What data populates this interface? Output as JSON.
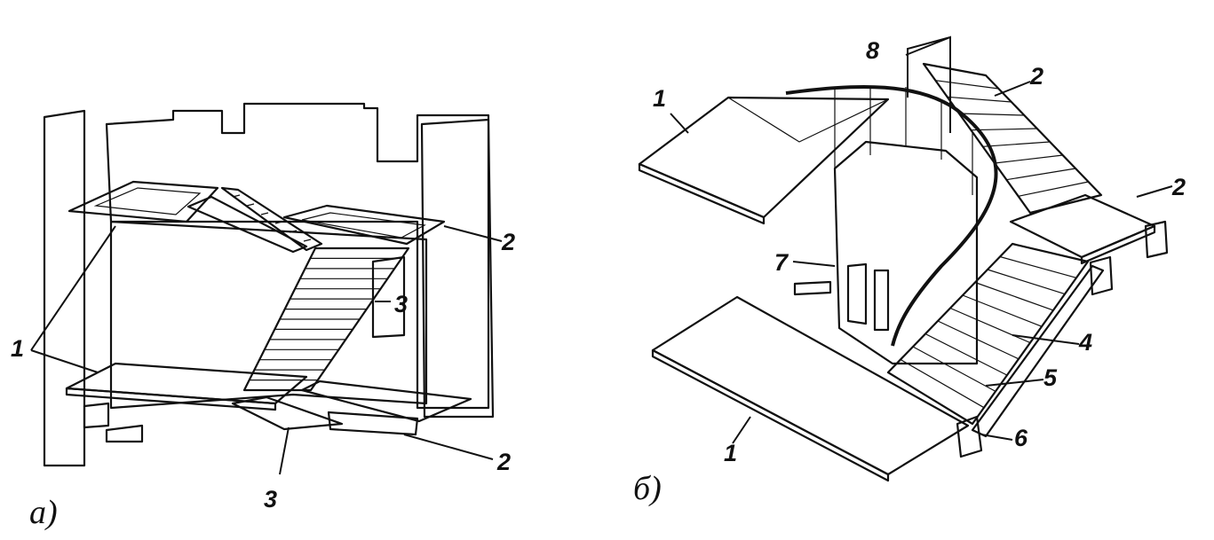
{
  "figure_a": {
    "caption": "а)",
    "labels": {
      "floor_slab": "1",
      "landing": "2",
      "flight": "3"
    }
  },
  "figure_b": {
    "caption": "б)",
    "labels": {
      "floor_slab": "1",
      "landing": "2",
      "stair_step": "4",
      "stringer": "5",
      "beam": "6",
      "column": "7",
      "railing": "8"
    }
  },
  "palette": {
    "ink": "#111111",
    "paper": "#ffffff"
  }
}
